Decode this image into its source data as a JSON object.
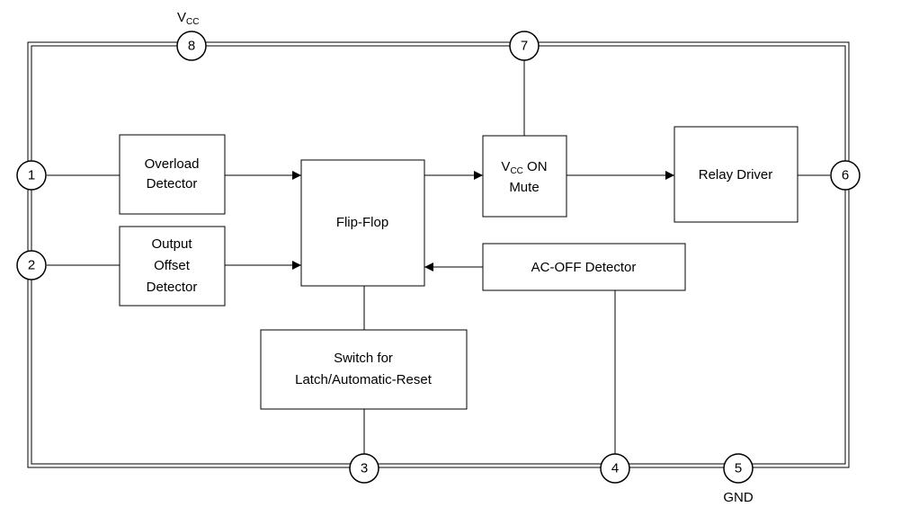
{
  "pins": [
    {
      "id": "1",
      "number": "1"
    },
    {
      "id": "2",
      "number": "2"
    },
    {
      "id": "3",
      "number": "3"
    },
    {
      "id": "4",
      "number": "4"
    },
    {
      "id": "5",
      "number": "5"
    },
    {
      "id": "6",
      "number": "6"
    },
    {
      "id": "7",
      "number": "7"
    },
    {
      "id": "8",
      "number": "8"
    }
  ],
  "labels": {
    "vcc_main": "V",
    "vcc_sub": "CC",
    "gnd": "GND"
  },
  "blocks": {
    "overload": {
      "line1": "Overload",
      "line2": "Detector"
    },
    "offset": {
      "line1": "Output",
      "line2": "Offset",
      "line3": "Detector"
    },
    "flipflop": {
      "line1": "Flip-Flop"
    },
    "vccmute": {
      "line1_main": "V",
      "line1_sub": "CC",
      "line1_rest": " ON",
      "line2": "Mute"
    },
    "relay": {
      "line1": "Relay Driver"
    },
    "acoff": {
      "line1": "AC-OFF Detector"
    },
    "switch": {
      "line1": "Switch for",
      "line2": "Latch/Automatic-Reset"
    }
  }
}
